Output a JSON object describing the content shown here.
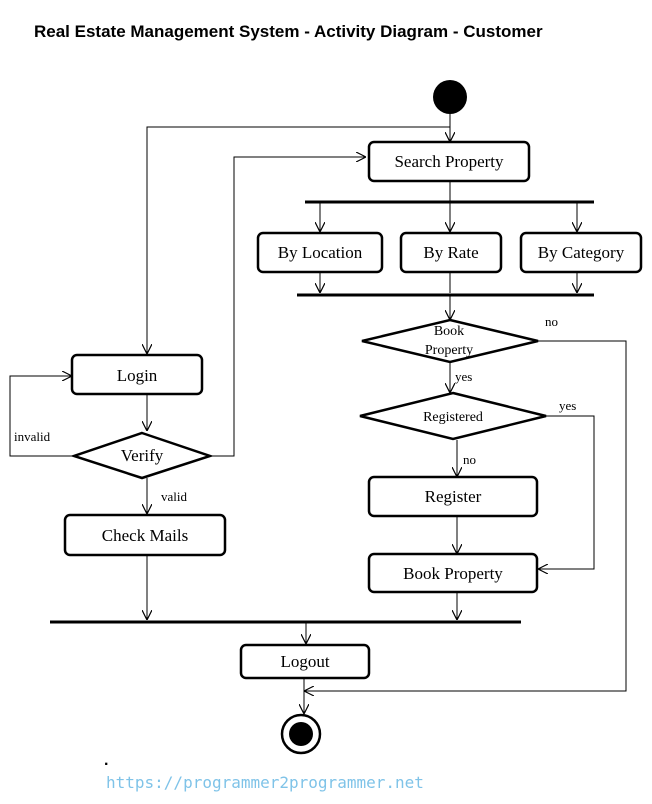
{
  "title": "Real Estate Management System - Activity Diagram - Customer",
  "activities": {
    "search_property": "Search Property",
    "by_location": "By Location",
    "by_rate": "By Rate",
    "by_category": "By Category",
    "login": "Login",
    "check_mails": "Check Mails",
    "register": "Register",
    "book_property": "Book Property",
    "logout": "Logout"
  },
  "decisions": {
    "verify": "Verify",
    "book_property_line1": "Book",
    "book_property_line2": "Property",
    "registered": "Registered"
  },
  "edge_labels": {
    "invalid": "invalid",
    "valid": "valid",
    "book_no": "no",
    "book_yes": "yes",
    "registered_yes": "yes",
    "registered_no": "no"
  },
  "footer": {
    "dot": ".",
    "url": "https://programmer2programmer.net"
  }
}
